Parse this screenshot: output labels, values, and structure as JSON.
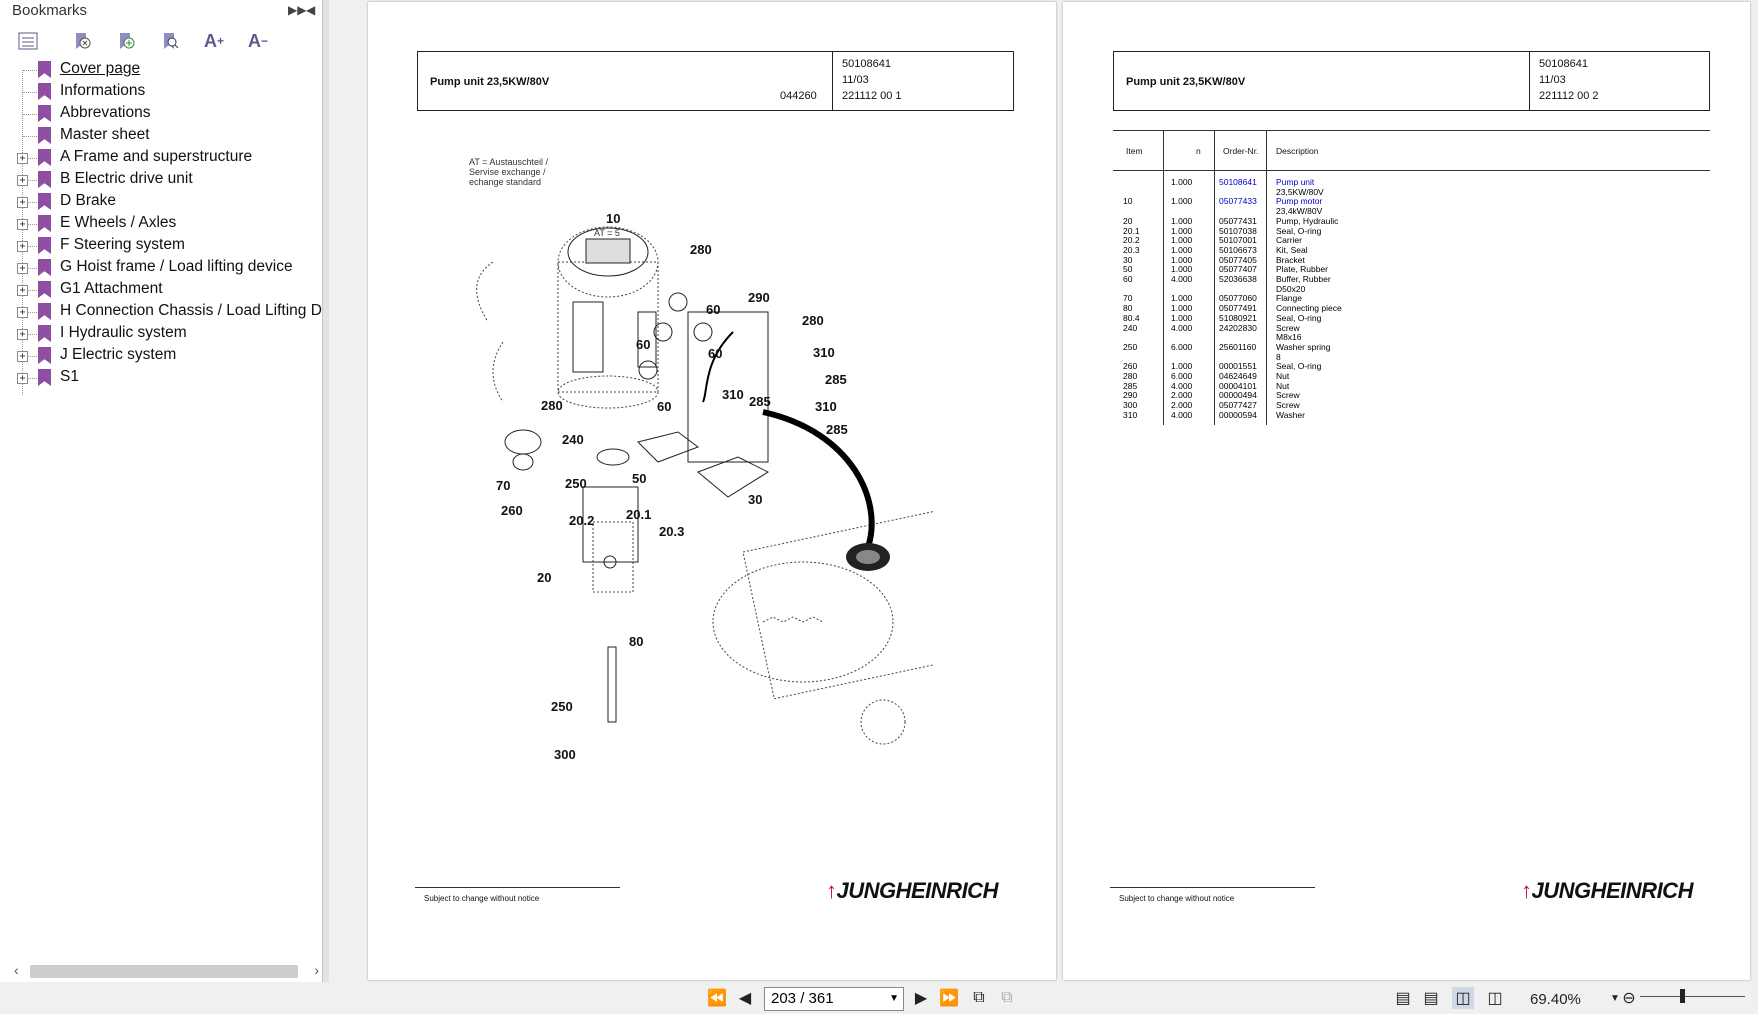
{
  "sidebar": {
    "title": "Bookmarks",
    "items": [
      {
        "label": "Cover page",
        "expandable": false
      },
      {
        "label": "Informations",
        "expandable": false
      },
      {
        "label": "Abbrevations",
        "expandable": false
      },
      {
        "label": "Master sheet",
        "expandable": false
      },
      {
        "label": "A Frame and superstructure",
        "expandable": true
      },
      {
        "label": "B Electric drive unit",
        "expandable": true
      },
      {
        "label": "D Brake",
        "expandable": true
      },
      {
        "label": "E Wheels / Axles",
        "expandable": true
      },
      {
        "label": "F Steering system",
        "expandable": true
      },
      {
        "label": "G Hoist frame / Load lifting device",
        "expandable": true
      },
      {
        "label": "G1 Attachment",
        "expandable": true
      },
      {
        "label": "H Connection Chassis / Load Lifting Devi",
        "expandable": true
      },
      {
        "label": "I Hydraulic system",
        "expandable": true
      },
      {
        "label": "J Electric system",
        "expandable": true
      },
      {
        "label": "S1",
        "expandable": true
      }
    ]
  },
  "left_page": {
    "title": "Pump unit 23,5KW/80V",
    "code": "044260",
    "info1": "50108641",
    "info2": "11/03",
    "info3": "221112 00 1",
    "note_line1": "AT = Austauschteil /",
    "note_line2": "Servise exchange /",
    "note_line3": "echange standard",
    "at_label": "AT = 5",
    "callouts": [
      "10",
      "280",
      "290",
      "280",
      "60",
      "60",
      "60",
      "310",
      "285",
      "310",
      "285",
      "310",
      "285",
      "280",
      "60",
      "240",
      "70",
      "250",
      "260",
      "50",
      "30",
      "20.2",
      "20.1",
      "20.3",
      "20",
      "80",
      "250",
      "300"
    ],
    "footer": "Subject to change without notice",
    "brand": "JUNGHEINRICH"
  },
  "right_page": {
    "title": "Pump unit 23,5KW/80V",
    "info1": "50108641",
    "info2": "11/03",
    "info3": "221112 00 2",
    "table_headers": {
      "item": "Item",
      "n": "n",
      "order": "Order-Nr.",
      "desc": "Description"
    },
    "rows": [
      {
        "item": "",
        "n": "1.000",
        "order": "50108641",
        "desc": "Pump unit",
        "blue": true
      },
      {
        "item": "",
        "n": "",
        "order": "",
        "desc": "23,5KW/80V"
      },
      {
        "item": "10",
        "n": "1.000",
        "order": "05077433",
        "desc": "Pump motor",
        "blue": true
      },
      {
        "item": "",
        "n": "",
        "order": "",
        "desc": "23,4kW/80V"
      },
      {
        "item": "20",
        "n": "1.000",
        "order": "05077431",
        "desc": "Pump, Hydraulic"
      },
      {
        "item": "20.1",
        "n": "1.000",
        "order": "50107038",
        "desc": "Seal, O-ring"
      },
      {
        "item": "20.2",
        "n": "1.000",
        "order": "50107001",
        "desc": "Carrier"
      },
      {
        "item": "20.3",
        "n": "1.000",
        "order": "50106673",
        "desc": "Kit, Seal"
      },
      {
        "item": "30",
        "n": "1.000",
        "order": "05077405",
        "desc": "Bracket"
      },
      {
        "item": "50",
        "n": "1.000",
        "order": "05077407",
        "desc": "Plate, Rubber"
      },
      {
        "item": "60",
        "n": "4.000",
        "order": "52036638",
        "desc": "Buffer, Rubber"
      },
      {
        "item": "",
        "n": "",
        "order": "",
        "desc": "D50x20"
      },
      {
        "item": "70",
        "n": "1.000",
        "order": "05077060",
        "desc": "Flange"
      },
      {
        "item": "80",
        "n": "1.000",
        "order": "05077491",
        "desc": "Connecting piece"
      },
      {
        "item": "80.4",
        "n": "1.000",
        "order": "51080921",
        "desc": "Seal, O-ring"
      },
      {
        "item": "240",
        "n": "4.000",
        "order": "24202830",
        "desc": "Screw"
      },
      {
        "item": "",
        "n": "",
        "order": "",
        "desc": "M8x16"
      },
      {
        "item": "250",
        "n": "6.000",
        "order": "25601160",
        "desc": "Washer spring"
      },
      {
        "item": "",
        "n": "",
        "order": "",
        "desc": "8"
      },
      {
        "item": "260",
        "n": "1.000",
        "order": "00001551",
        "desc": "Seal, O-ring"
      },
      {
        "item": "280",
        "n": "6.000",
        "order": "04624649",
        "desc": "Nut"
      },
      {
        "item": "285",
        "n": "4.000",
        "order": "00004101",
        "desc": "Nut"
      },
      {
        "item": "290",
        "n": "2.000",
        "order": "00000494",
        "desc": "Screw"
      },
      {
        "item": "300",
        "n": "2.000",
        "order": "05077427",
        "desc": "Screw"
      },
      {
        "item": "310",
        "n": "4.000",
        "order": "00000594",
        "desc": "Washer"
      }
    ],
    "footer": "Subject to change without notice",
    "brand": "JUNGHEINRICH"
  },
  "statusbar": {
    "page_value": "203 / 361",
    "zoom": "69.40%"
  }
}
